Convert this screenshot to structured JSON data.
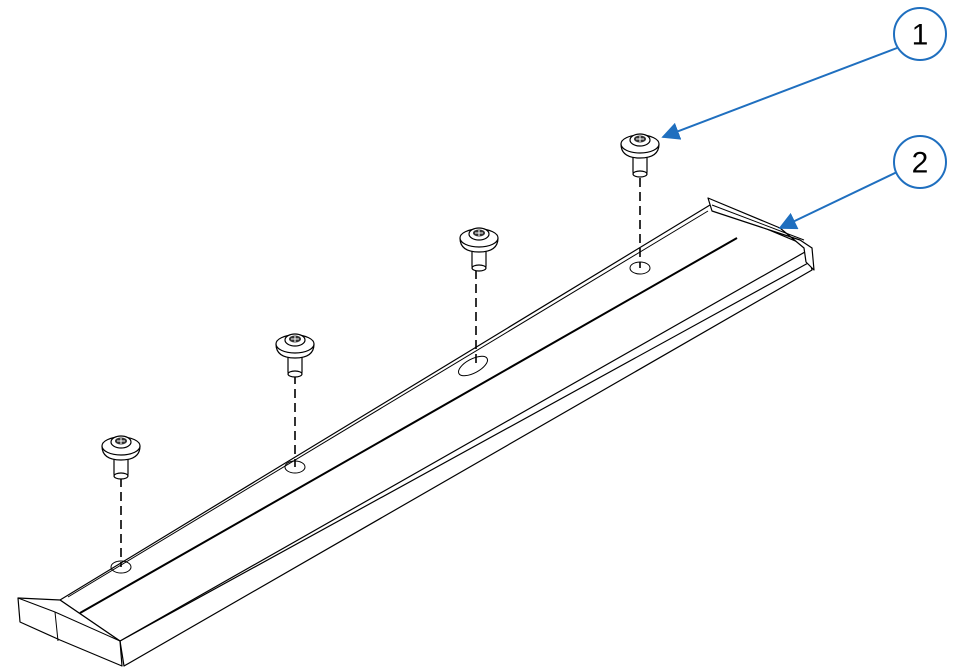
{
  "callouts": [
    {
      "label": "1",
      "target": "screw"
    },
    {
      "label": "2",
      "target": "rail"
    }
  ],
  "colors": {
    "line": "#000000",
    "callout": "#1f6fbf",
    "background": "#ffffff"
  },
  "screw_count": 4
}
